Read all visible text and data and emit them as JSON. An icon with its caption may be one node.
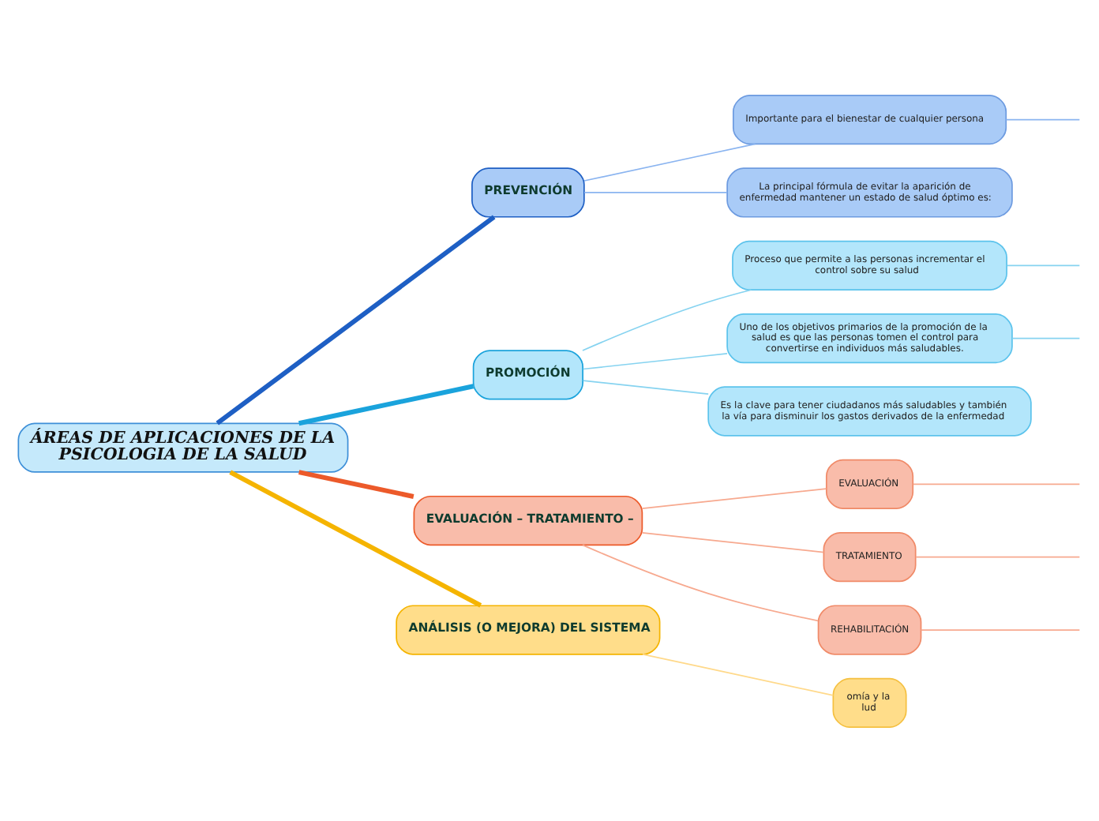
{
  "diagram": {
    "nodes": [
      {
        "text": [
          "ÁREAS DE APLICACIONES DE LA PSICOLOGIA DE LA SALUD"
        ]
      },
      {
        "text": [
          "PREVENCIÓN"
        ]
      },
      {
        "text": [
          "Importante para el bienestar de cualquier persona"
        ]
      },
      {
        "text": [
          "La principal fórmula de evitar la aparición de enfermedad mantener un estado de salud óptimo es:"
        ]
      },
      {
        "text": [
          "PROMOCIÓN"
        ]
      },
      {
        "text": [
          "Proceso que permite a las personas incrementar el control sobre su salud"
        ]
      },
      {
        "text": [
          "Uno de los objetivos primarios de la promoción de la salud es que las personas tomen el control para convertirse en individuos más saludables."
        ]
      },
      {
        "text": [
          "Es la clave para tener ciudadanos más saludables y también la vía para disminuir los gastos derivados de la enfermedad"
        ]
      },
      {
        "text": [
          "EVALUACIÓN – TRATAMIENTO –"
        ]
      },
      {
        "text": [
          "EVALUACIÓN"
        ]
      },
      {
        "text": [
          "TRATAMIENTO"
        ]
      },
      {
        "text": [
          "REHABILITACIÓN"
        ]
      },
      {
        "text": [
          "ANÁLISIS (O MEJORA) DEL SISTEMA"
        ]
      },
      {
        "text": [
          "omía y la lud"
        ]
      }
    ],
    "edges": [
      {
        "from": 0,
        "to": 1,
        "arrow": "none",
        "style": "thick",
        "color": "#1e5fc4"
      },
      {
        "from": 1,
        "to": 2,
        "arrow": "none",
        "color": "#8ab4f0"
      },
      {
        "from": 1,
        "to": 3,
        "arrow": "none",
        "color": "#8ab4f0"
      },
      {
        "from": 2,
        "to": null,
        "arrow": "none",
        "color": "#8ab4f0"
      },
      {
        "from": 0,
        "to": 4,
        "arrow": "none",
        "style": "thick",
        "color": "#1aa3dc"
      },
      {
        "from": 4,
        "to": 5,
        "arrow": "none",
        "color": "#86d3f0"
      },
      {
        "from": 4,
        "to": 6,
        "arrow": "none",
        "color": "#86d3f0"
      },
      {
        "from": 4,
        "to": 7,
        "arrow": "none",
        "color": "#86d3f0"
      },
      {
        "from": 5,
        "to": null,
        "arrow": "none",
        "color": "#86d3f0"
      },
      {
        "from": 6,
        "to": null,
        "arrow": "none",
        "color": "#86d3f0"
      },
      {
        "from": 0,
        "to": 8,
        "arrow": "none",
        "style": "thick",
        "color": "#ec5a2a"
      },
      {
        "from": 8,
        "to": 9,
        "arrow": "none",
        "color": "#f7a98f"
      },
      {
        "from": 8,
        "to": 10,
        "arrow": "none",
        "color": "#f7a98f"
      },
      {
        "from": 8,
        "to": 11,
        "arrow": "none",
        "color": "#f7a98f"
      },
      {
        "from": 9,
        "to": null,
        "arrow": "none",
        "color": "#f7a98f"
      },
      {
        "from": 10,
        "to": null,
        "arrow": "none",
        "color": "#f7a98f"
      },
      {
        "from": 11,
        "to": null,
        "arrow": "none",
        "color": "#f7a98f"
      },
      {
        "from": 0,
        "to": 12,
        "arrow": "none",
        "style": "thick",
        "color": "#f5b400"
      },
      {
        "from": 12,
        "to": 13,
        "arrow": "none",
        "color": "#ffd98a"
      }
    ]
  }
}
